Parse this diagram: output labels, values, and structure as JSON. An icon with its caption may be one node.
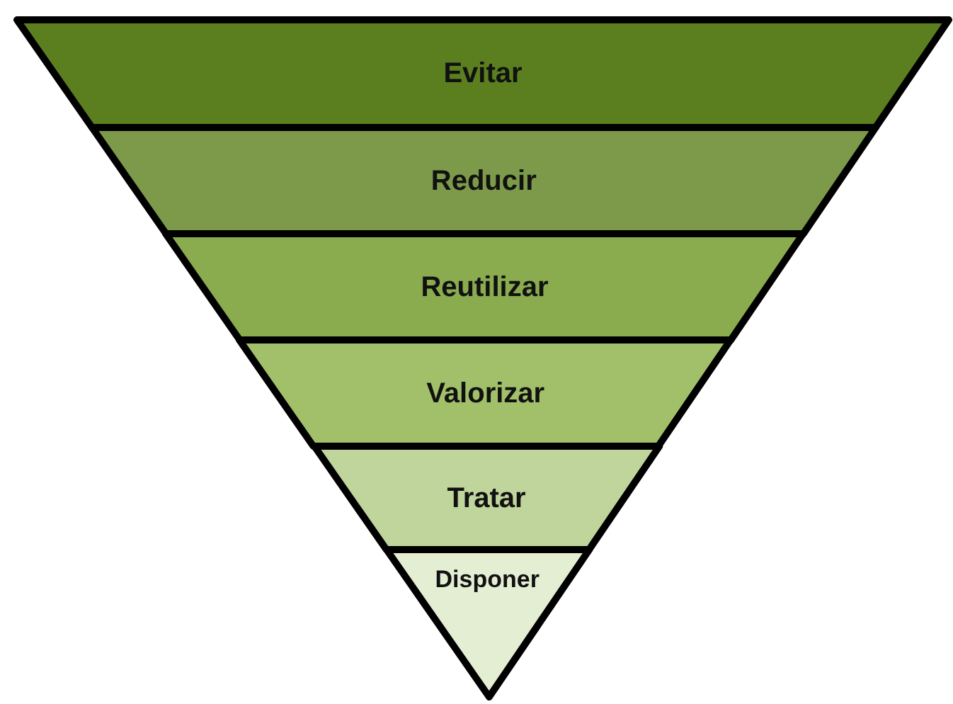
{
  "diagram": {
    "nodes": [
      {
        "text": [
          "Evitar"
        ]
      },
      {
        "text": [
          "Reducir"
        ]
      },
      {
        "text": [
          "Reutilizar"
        ]
      },
      {
        "text": [
          "Valorizar"
        ]
      },
      {
        "text": [
          "Tratar"
        ]
      },
      {
        "text": [
          "Disponer"
        ]
      }
    ]
  }
}
